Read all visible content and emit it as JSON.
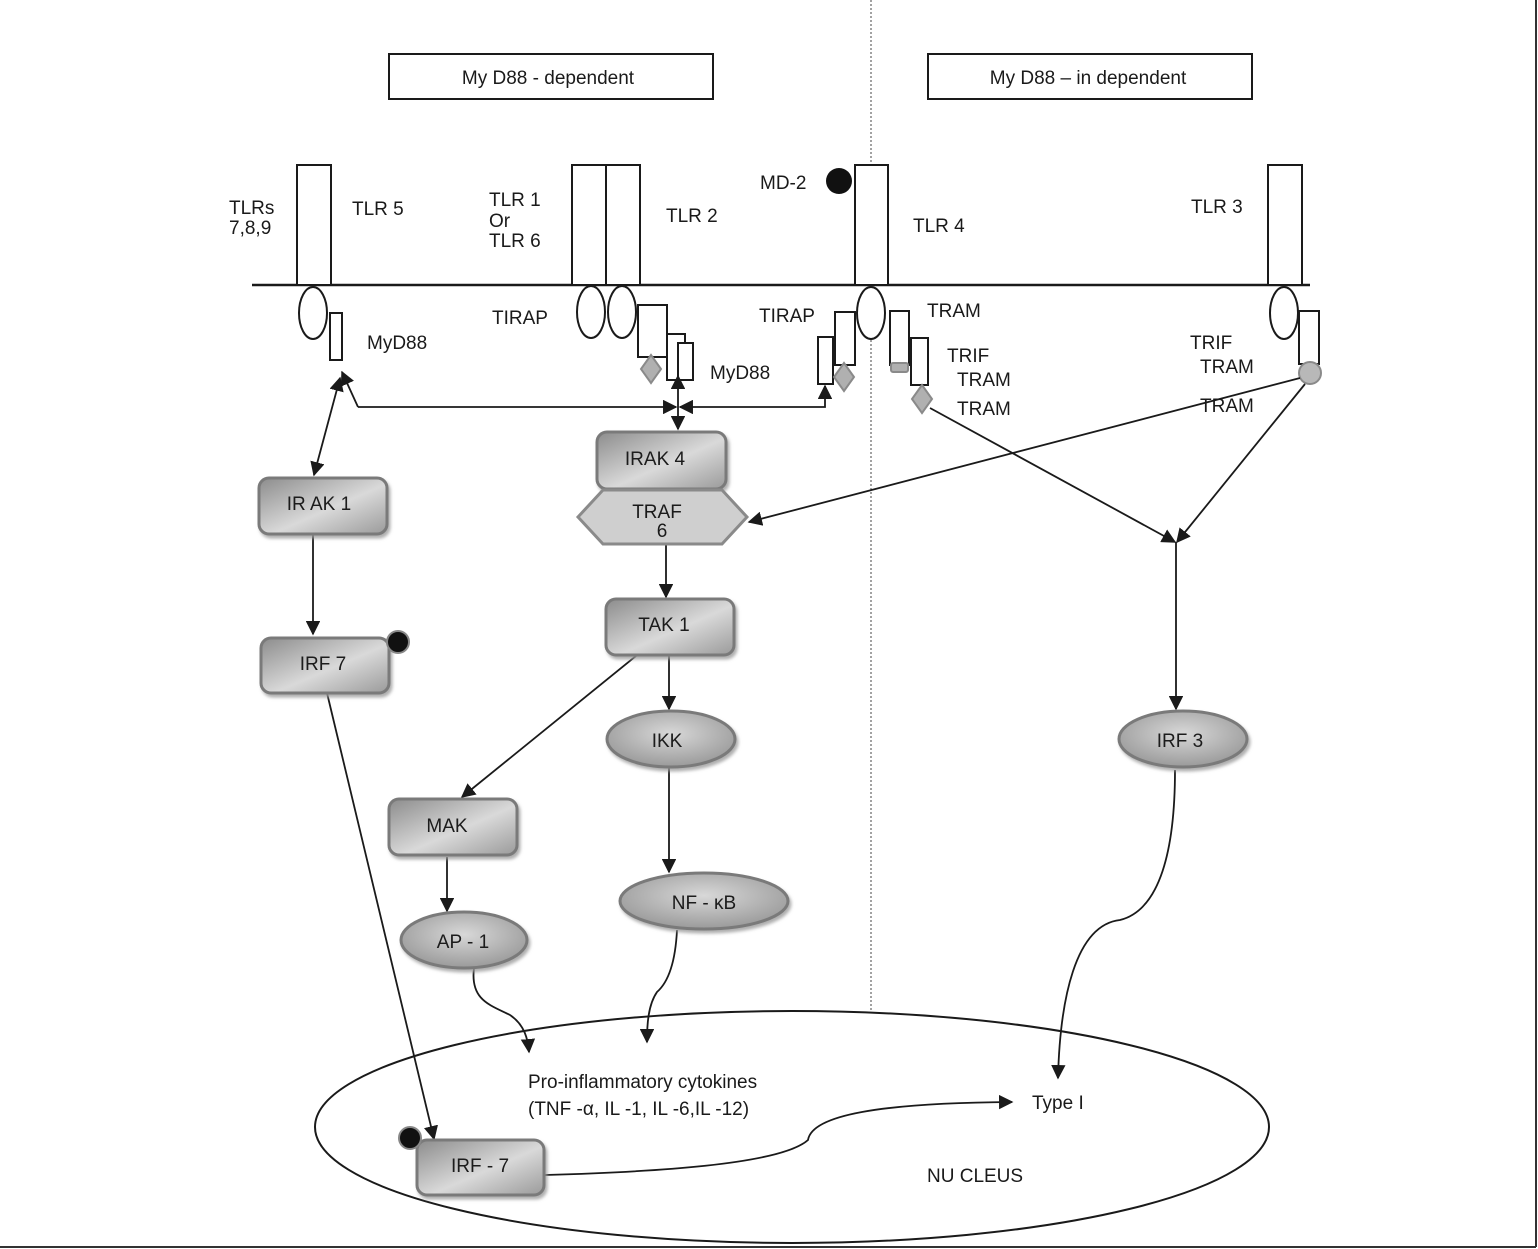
{
  "headers": {
    "dependent": "My D88   - dependent",
    "independent": "My D88   – in dependent"
  },
  "receptors": {
    "tlrs789_line1": "TLRs",
    "tlrs789_line2": "7,8,9",
    "tlr5": "TLR 5",
    "tlr1_line1": "TLR 1",
    "tlr1_line2": "Or",
    "tlr1_line3": "TLR 6",
    "tlr2": "TLR 2",
    "md2": "MD-2",
    "tlr4": "TLR 4",
    "tlr3": "TLR 3"
  },
  "adaptors": {
    "myd88_left": "MyD88",
    "tirap_left": "TIRAP",
    "myd88_mid": "MyD88",
    "tirap_right": "TIRAP",
    "tram_top": "TRAM",
    "trif": "TRIF",
    "tram_a": "TRAM",
    "tram_b": "TRAM",
    "trif_tlr3": "TRIF",
    "tram_tlr3_a": "TRAM",
    "tram_tlr3_b": "TRAM"
  },
  "nodes": {
    "irak4": "IRAK 4",
    "traf6_line1": "TRAF",
    "traf6_line2": "6",
    "irak1": "IR AK 1",
    "irf7": "IRF 7",
    "tak1": "TAK 1",
    "ikk": "IKK",
    "mak": "MAK",
    "ap1": "AP - 1",
    "nfkb": "NF - κB",
    "irf3": "IRF 3",
    "irf7_nuclear": "IRF  - 7"
  },
  "nucleus": {
    "cytokines_line1": "Pro-inflammatory cytokines",
    "cytokines_line2": "(TNF -α, IL -1, IL -6,IL -12)",
    "type1": "Type I",
    "label": "NU CLEUS"
  },
  "colors": {
    "stroke": "#1a1a1a",
    "node_fill_light": "#d6d6d6",
    "node_fill_dark": "#8a8a8a",
    "node_border": "#7a7a7a",
    "traf_fill": "#cfcfcf",
    "diamond_fill": "#b0b0b0"
  }
}
